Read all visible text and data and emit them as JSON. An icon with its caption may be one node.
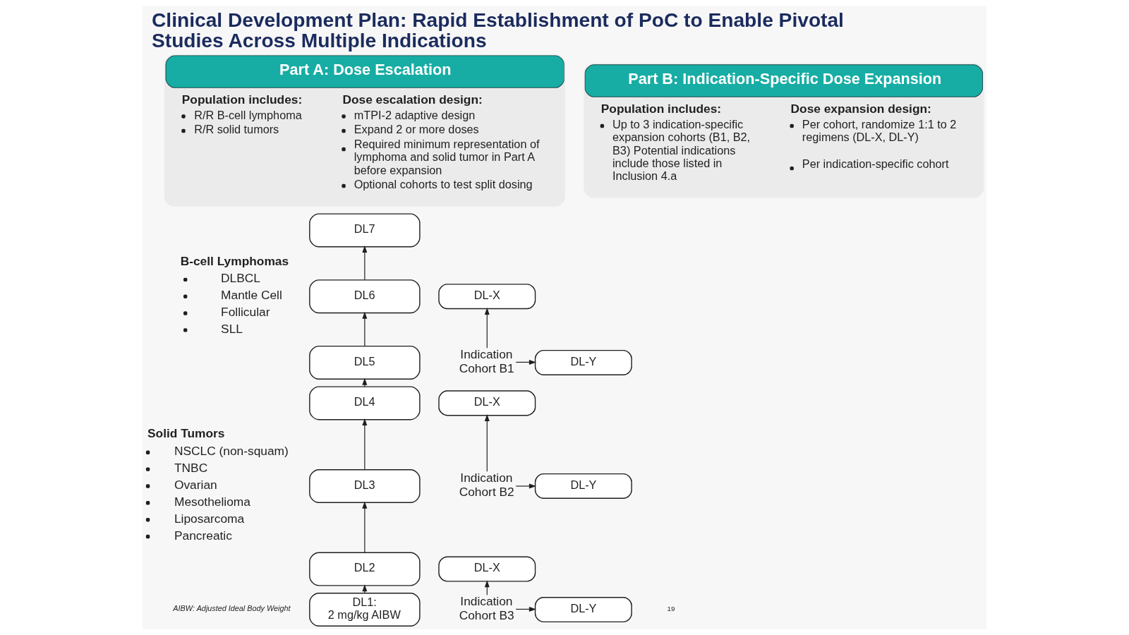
{
  "diagram": {
    "title": "Clinical Development Plan: Rapid Establishment of PoC to Enable Pivotal Studies Across Multiple Indications",
    "nodes": [
      {
        "text": [
          "Part A: Dose Escalation",
          "Population includes:",
          "R/R B-cell lymphoma",
          "R/R solid tumors",
          "Dose escalation design:",
          "mTPI-2 adaptive design",
          "Expand 2 or more doses",
          "Required minimum representation of lymphoma and solid tumor in Part A before expansion",
          "Optional cohorts to test split dosing"
        ]
      },
      {
        "text": [
          "Part B: Indication-Specific Dose Expansion",
          "Population includes:",
          "Up to 3 indication-specific expansion cohorts (B1, B2, B3) Potential indications include those listed in Inclusion 4.a",
          "Dose expansion design:",
          "Per cohort, randomize 1:1 to 2 regimens (DL-X, DL-Y)",
          "Per indication-specific cohort"
        ]
      },
      {
        "text": [
          "DL1:",
          "2 mg/kg AIBW"
        ]
      },
      {
        "text": [
          "DL2"
        ]
      },
      {
        "text": [
          "DL3"
        ]
      },
      {
        "text": [
          "DL4"
        ]
      },
      {
        "text": [
          "DL5"
        ]
      },
      {
        "text": [
          "DL6"
        ]
      },
      {
        "text": [
          "DL7"
        ]
      },
      {
        "text": [
          "Indication Cohort B1"
        ]
      },
      {
        "text": [
          "DL-X"
        ]
      },
      {
        "text": [
          "DL-Y"
        ]
      },
      {
        "text": [
          "Indication Cohort B2"
        ]
      },
      {
        "text": [
          "DL-X"
        ]
      },
      {
        "text": [
          "DL-Y"
        ]
      },
      {
        "text": [
          "Indication Cohort B3"
        ]
      },
      {
        "text": [
          "DL-X"
        ]
      },
      {
        "text": [
          "DL-Y"
        ]
      }
    ],
    "edges": [
      {
        "from": 2,
        "to": 3,
        "arrow": "to"
      },
      {
        "from": 3,
        "to": 4,
        "arrow": "to"
      },
      {
        "from": 4,
        "to": 5,
        "arrow": "to"
      },
      {
        "from": 5,
        "to": 6,
        "arrow": "to"
      },
      {
        "from": 6,
        "to": 7,
        "arrow": "to"
      },
      {
        "from": 7,
        "to": 8,
        "arrow": "to"
      },
      {
        "from": 9,
        "to": 10,
        "arrow": "to"
      },
      {
        "from": 9,
        "to": 11,
        "arrow": "to"
      },
      {
        "from": 12,
        "to": 13,
        "arrow": "to"
      },
      {
        "from": 12,
        "to": 14,
        "arrow": "to"
      },
      {
        "from": 15,
        "to": 16,
        "arrow": "to"
      },
      {
        "from": 15,
        "to": 17,
        "arrow": "to"
      }
    ],
    "labels": [
      "B-cell Lymphomas",
      "DLBCL",
      "Mantle Cell",
      "Follicular",
      "SLL",
      "Solid Tumors",
      "NSCLC (non-squam)",
      "TNBC",
      "Ovarian",
      "Mesothelioma",
      "Liposarcoma",
      "Pancreatic",
      "AIBW: Adjusted Ideal Body Weight",
      "19"
    ]
  }
}
